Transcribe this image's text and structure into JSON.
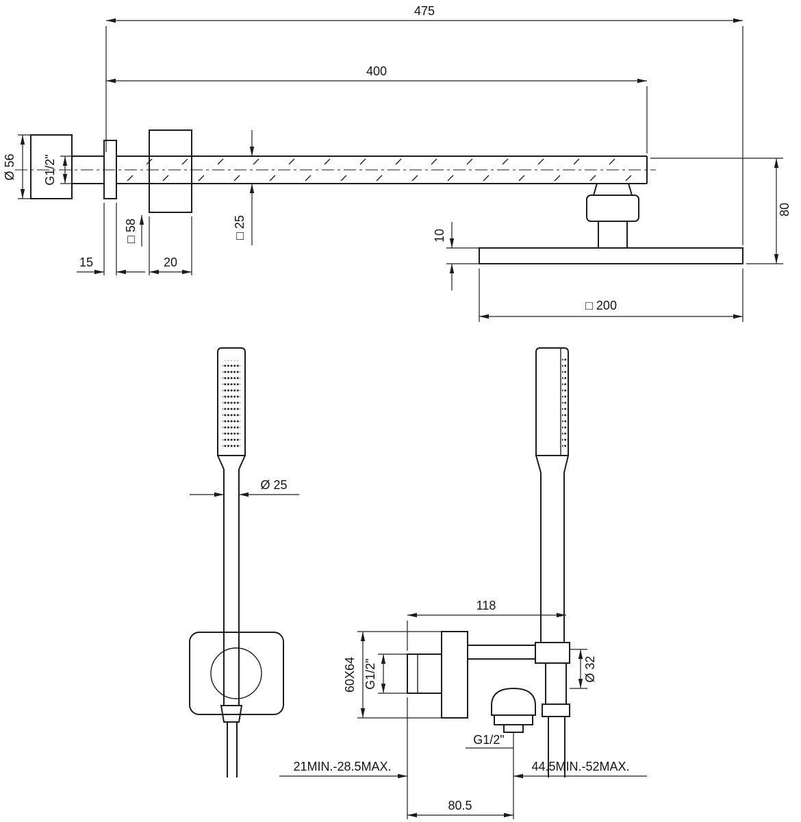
{
  "colors": {
    "line": "#1c1c1c",
    "background": "#ffffff"
  },
  "arm_view": {
    "overall_length": "475",
    "arm_length": "400",
    "flange_diameter": "Ø 56",
    "wall_thread": "G1/2\"",
    "escutcheon_square": "□ 58",
    "arm_square": "□ 25",
    "flange_depth": "15",
    "escutcheon_depth": "20",
    "head_thickness": "10",
    "head_drop": "80",
    "head_square": "□ 200"
  },
  "handshower_view": {
    "handle_diameter": "Ø 25"
  },
  "outlet_view": {
    "wall_offset": "118",
    "bracket_plate": "60X64",
    "inlet_thread": "G1/2\"",
    "holder_diameter": "Ø 32",
    "outlet_thread": "G1/2\"",
    "recess_range_plate": "21MIN.-28.5MAX.",
    "recess_range_outlet": "44.5MIN.-52MAX.",
    "plate_to_outlet": "80.5"
  }
}
